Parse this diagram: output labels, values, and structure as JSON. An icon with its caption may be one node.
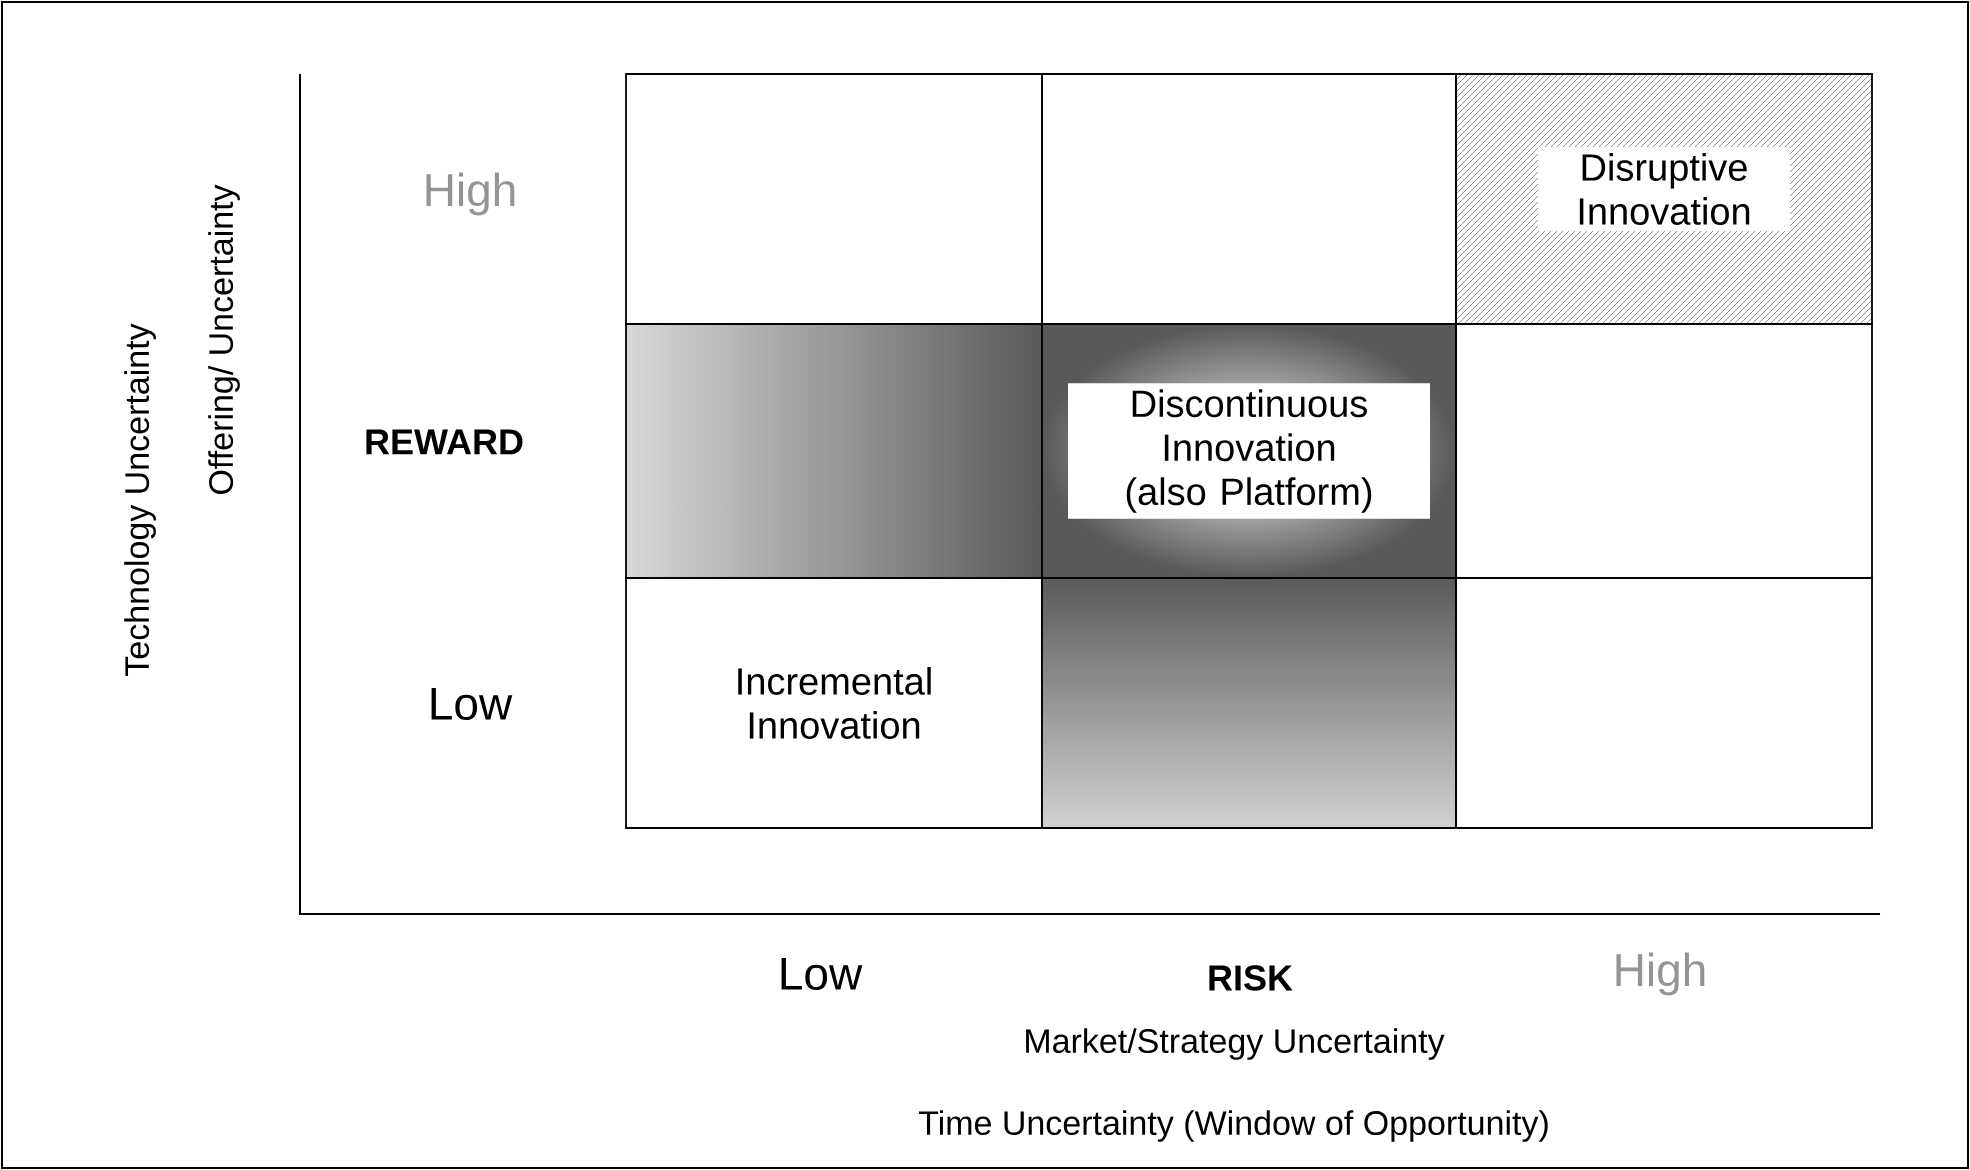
{
  "diagram": {
    "nodes": [
      {
        "text": [],
        "shape": "box"
      },
      {
        "text": [],
        "shape": "box"
      },
      {
        "text": [
          "Disruptive Innovation"
        ]
      },
      {
        "text": [],
        "shape": "box"
      },
      {
        "text": [
          "Discontinuous Innovation (also Platform)"
        ]
      },
      {
        "text": [],
        "shape": "box"
      },
      {
        "text": [
          "Incremental Innovation"
        ]
      },
      {
        "text": [],
        "shape": "box"
      },
      {
        "text": [],
        "shape": "box"
      }
    ],
    "labels": [
      "Technology Uncertainty",
      "Offering/ Uncertainty",
      "High",
      "REWARD",
      "Low",
      "Low",
      "RISK",
      "High",
      "Market/Strategy Uncertainty",
      "Time Uncertainty (Window of Opportunity)"
    ]
  }
}
